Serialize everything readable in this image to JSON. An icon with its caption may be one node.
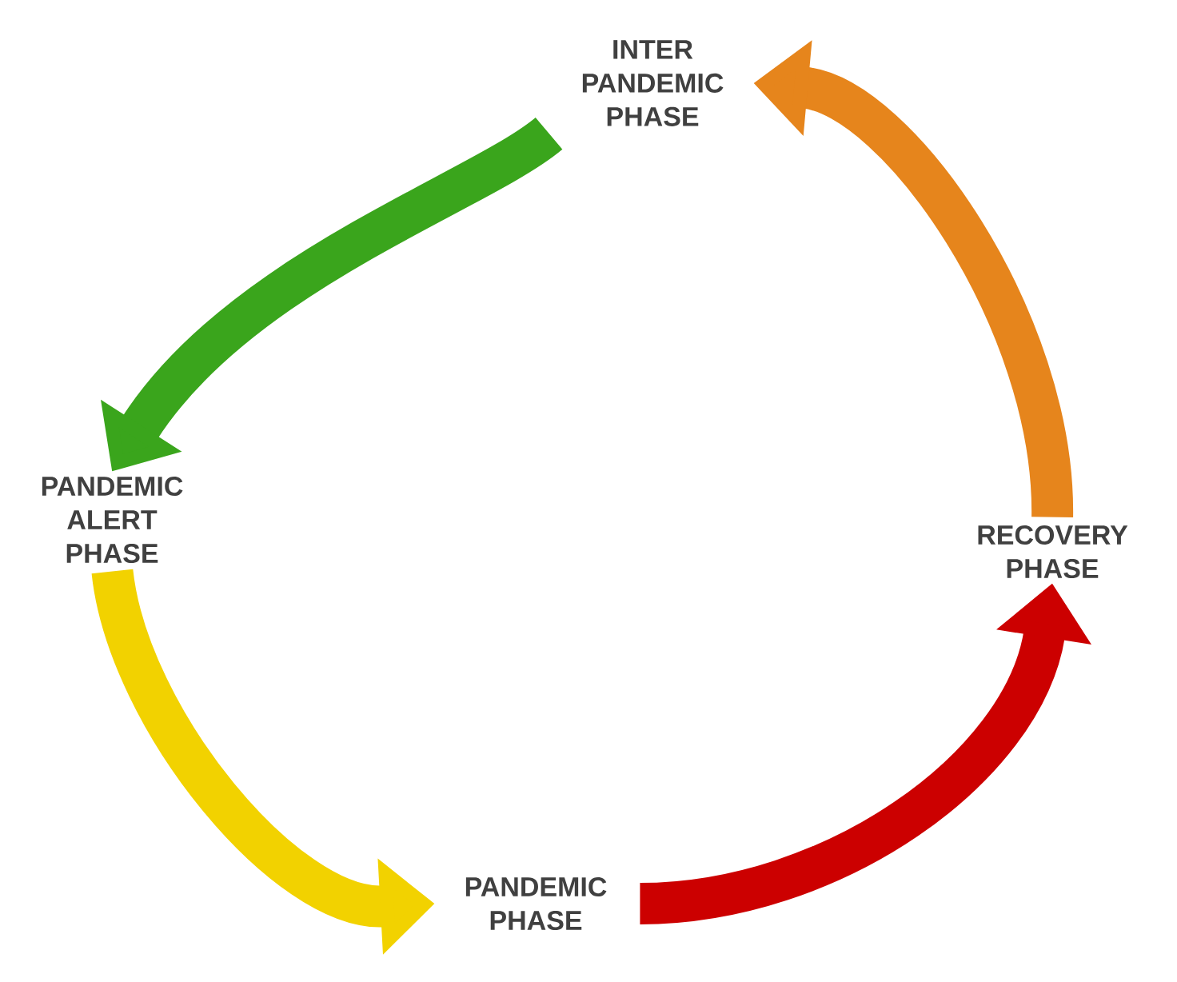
{
  "diagram": {
    "nodes": [
      {
        "text": [
          "INTER PANDEMIC PHASE"
        ]
      },
      {
        "text": [
          "PANDEMIC ALERT PHASE"
        ]
      },
      {
        "text": [
          "RECOVERY PHASE"
        ]
      },
      {
        "text": [
          "PANDEMIC PHASE"
        ]
      }
    ],
    "edges": [
      {
        "from": 0,
        "to": 1,
        "arrow": "to",
        "color": "#3aa51c"
      },
      {
        "from": 1,
        "to": 3,
        "arrow": "to",
        "color": "#f2d200"
      },
      {
        "from": 3,
        "to": 2,
        "arrow": "to",
        "color": "#cc0000"
      },
      {
        "from": 2,
        "to": 0,
        "arrow": "to",
        "color": "#e6851c"
      }
    ]
  }
}
